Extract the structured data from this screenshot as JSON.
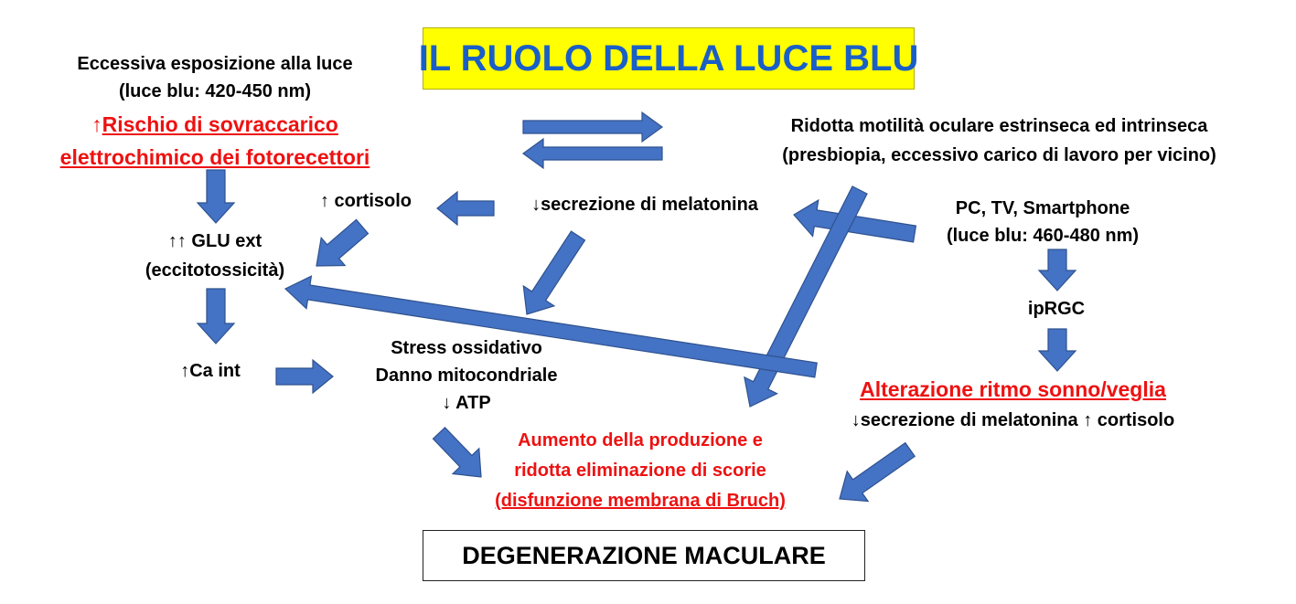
{
  "title": "IL RUOLO DELLA LUCE BLU",
  "nodes": {
    "excess_exposure": {
      "line1": "Eccessiva esposizione alla luce",
      "line2": "(luce blu: 420-450 nm)"
    },
    "overload_risk": {
      "arrow": "↑",
      "line1": "Rischio di sovraccarico",
      "line2": "elettrochimico dei fotorecettori"
    },
    "motility": {
      "line1": "Ridotta motilità oculare estrinseca ed intrinseca",
      "line2": "(presbiopia, eccessivo carico di lavoro per vicino)"
    },
    "cortisol_up": "↑ cortisolo",
    "melatonin_down": "↓secrezione di melatonina",
    "devices": {
      "line1": "PC, TV, Smartphone",
      "line2": "(luce blu: 460-480 nm)"
    },
    "glu": {
      "line1": "↑↑ GLU ext",
      "line2": "(eccitotossicità)"
    },
    "iprgc": "ipRGC",
    "ca_int": "↑Ca int",
    "oxidative": {
      "line1": "Stress ossidativo",
      "line2": "Danno mitocondriale",
      "line3": "↓ ATP"
    },
    "sleep": {
      "line1": "Alterazione ritmo sonno/veglia",
      "line2": "↓secrezione di melatonina ↑ cortisolo"
    },
    "waste": {
      "line1": "Aumento della produzione e",
      "line2": "ridotta eliminazione di scorie",
      "line3": "(disfunzione membrana di Bruch)"
    }
  },
  "final": "DEGENERAZIONE MACULARE",
  "colors": {
    "arrow_fill": "#4472c4",
    "arrow_stroke": "#2f528f",
    "title_bg": "#ffff00",
    "title_text": "#1a5fc7",
    "highlight_text": "#ee1111"
  }
}
